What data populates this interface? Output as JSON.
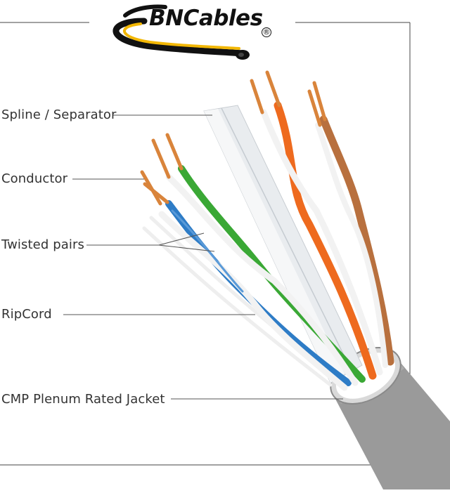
{
  "logo": {
    "brand_text": "BNCables",
    "registered_mark": "®",
    "accent_color": "#f2b705"
  },
  "labels": {
    "spline": "Spline / Separator",
    "conductor": "Conductor",
    "twisted_pairs": "Twisted pairs",
    "ripcord": "RipCord",
    "jacket": "CMP Plenum Rated Jacket"
  },
  "colors": {
    "jacket": "#9a9a9a",
    "copper": "#d9843b",
    "wire_orange": "#ee6a1e",
    "wire_brown": "#b8703e",
    "wire_green": "#3aa835",
    "wire_blue": "#2e7cc6",
    "spline": "#e9ecef",
    "leader_line": "#555555",
    "frame": "#444444"
  }
}
